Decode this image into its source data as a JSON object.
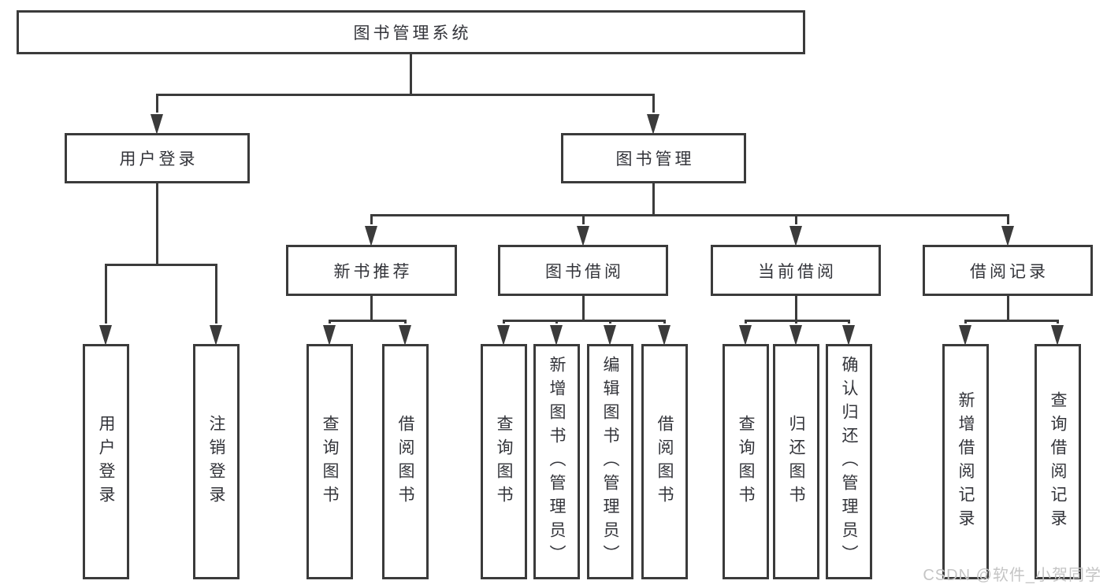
{
  "diagram": {
    "title": "图书管理系统",
    "tree": {
      "id": "root",
      "label": "图书管理系统",
      "children": [
        {
          "id": "user-login",
          "label": "用户登录",
          "children": [
            {
              "id": "user-login-leaf",
              "label": "用户登录"
            },
            {
              "id": "logout-leaf",
              "label": "注销登录"
            }
          ]
        },
        {
          "id": "book-management",
          "label": "图书管理",
          "children": [
            {
              "id": "new-book-recommend",
              "label": "新书推荐",
              "children": [
                {
                  "id": "query-books-1",
                  "label": "查询图书"
                },
                {
                  "id": "borrow-books-1",
                  "label": "借阅图书"
                }
              ]
            },
            {
              "id": "book-borrowing",
              "label": "图书借阅",
              "children": [
                {
                  "id": "query-books-2",
                  "label": "查询图书"
                },
                {
                  "id": "add-books-admin",
                  "label": "新增图书（管理员）"
                },
                {
                  "id": "edit-books-admin",
                  "label": "编辑图书（管理员）"
                },
                {
                  "id": "borrow-books-2",
                  "label": "借阅图书"
                }
              ]
            },
            {
              "id": "current-borrowing",
              "label": "当前借阅",
              "children": [
                {
                  "id": "query-books-3",
                  "label": "查询图书"
                },
                {
                  "id": "return-books",
                  "label": "归还图书"
                },
                {
                  "id": "confirm-return-admin",
                  "label": "确认归还（管理员）"
                }
              ]
            },
            {
              "id": "borrowing-records",
              "label": "借阅记录",
              "children": [
                {
                  "id": "add-borrow-record",
                  "label": "新增借阅记录"
                },
                {
                  "id": "query-borrow-record",
                  "label": "查询借阅记录"
                }
              ]
            }
          ]
        }
      ]
    }
  },
  "watermark": {
    "text": "CSDN @软件_小贺同学"
  },
  "colors": {
    "line": "#3b3b3b",
    "node_text": "#33343a",
    "background": "#ffffff",
    "watermark_text": "#c5c5c5"
  }
}
